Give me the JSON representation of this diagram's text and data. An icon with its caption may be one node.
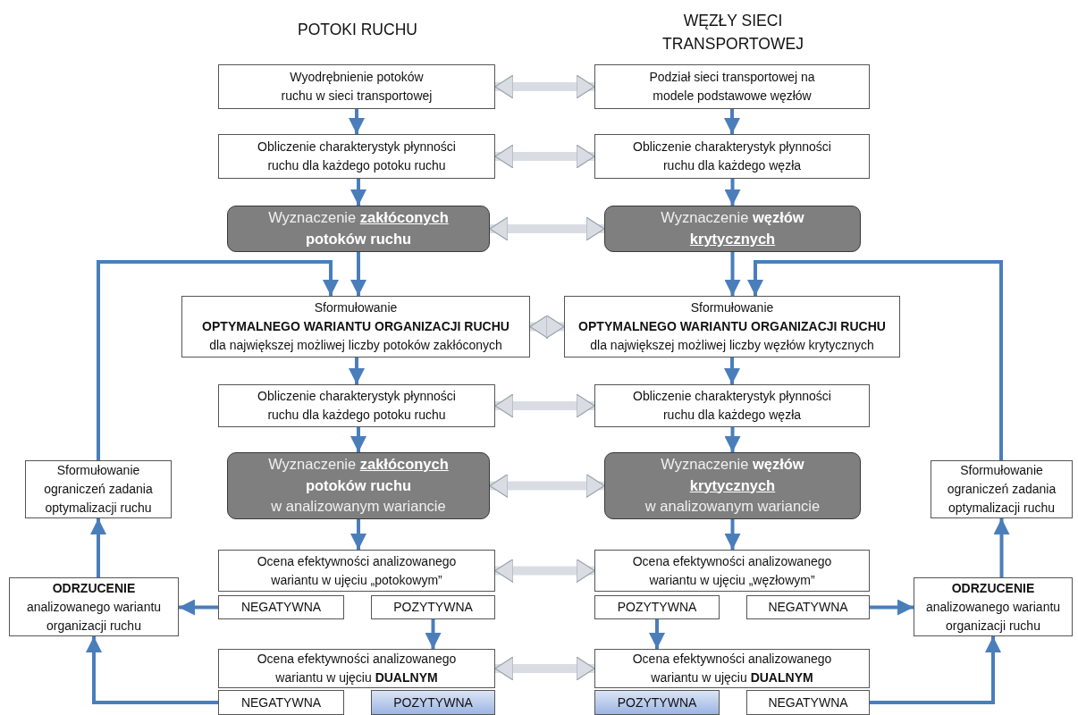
{
  "diagram": {
    "nodes": [
      {
        "text": [
          "Wyodrębnienie potoków ruchu w sieci transportowej"
        ]
      },
      {
        "text": [
          "Podział sieci transportowej na modele podstawowe węzłów"
        ]
      },
      {
        "text": [
          "Obliczenie charakterystyk płynności ruchu dla każdego potoku ruchu"
        ]
      },
      {
        "text": [
          "Obliczenie charakterystyk płynności ruchu dla każdego węzła"
        ]
      },
      {
        "text": [
          "Wyznaczenie **zakłóconych** **potoków ruchu**"
        ]
      },
      {
        "text": [
          "Wyznaczenie **węzłów** **krytycznych**"
        ]
      },
      {
        "text": [
          "Sformułowanie **OPTYMALNEGO WARIANTU ORGANIZACJI RUCHU** dla największej możliwej liczby potoków zakłóconych"
        ]
      },
      {
        "text": [
          "Sformułowanie **OPTYMALNEGO WARIANTU ORGANIZACJI RUCHU** dla największej możliwej liczby węzłów krytycznych"
        ]
      },
      {
        "text": [
          "Obliczenie charakterystyk płynności ruchu dla każdego potoku ruchu"
        ]
      },
      {
        "text": [
          "Obliczenie charakterystyk płynności ruchu dla każdego węzła"
        ]
      },
      {
        "text": [
          "Sformułowanie ograniczeń zadania optymalizacji ruchu"
        ]
      },
      {
        "text": [
          "Wyznaczenie **zakłóconych** **potoków ruchu**",
          "w analizowanym wariancie"
        ]
      },
      {
        "text": [
          "Wyznaczenie **węzłów** **krytycznych**",
          "w analizowanym wariancie"
        ]
      },
      {
        "text": [
          "Sformułowanie ograniczeń zadania optymalizacji ruchu"
        ]
      },
      {
        "text": [
          "Ocena efektywności analizowanego wariantu w ujęciu „potokowym”"
        ]
      },
      {
        "text": [
          "Ocena efektywności analizowanego wariantu w ujęciu „węzłowym”"
        ]
      },
      {
        "text": [
          "**ODRZUCENIE** analizowanego wariantu organizacji ruchu"
        ]
      },
      {
        "text": [
          "NEGATYWNA"
        ]
      },
      {
        "text": [
          "POZYTYWNA"
        ]
      },
      {
        "text": [
          "POZYTYWNA"
        ]
      },
      {
        "text": [
          "NEGATYWNA"
        ]
      },
      {
        "text": [
          "**ODRZUCENIE** analizowanego wariantu organizacji ruchu"
        ]
      },
      {
        "text": [
          "Ocena efektywności analizowanego wariantu w ujęciu **DUALNYM**"
        ]
      },
      {
        "text": [
          "Ocena efektywności analizowanego wariantu w ujęciu **DUALNYM**"
        ]
      },
      {
        "text": [
          "NEGATYWNA"
        ]
      },
      {
        "text": [
          "POZYTYWNA"
        ]
      },
      {
        "text": [
          "POZYTYWNA"
        ]
      },
      {
        "text": [
          "NEGATYWNA"
        ]
      }
    ],
    "edges": [
      {
        "from": 0,
        "to": 2,
        "arrow": "to"
      },
      {
        "from": 2,
        "to": 4,
        "arrow": "to"
      },
      {
        "from": 4,
        "to": 6,
        "arrow": "to"
      },
      {
        "from": 6,
        "to": 8,
        "arrow": "to"
      },
      {
        "from": 8,
        "to": 11,
        "arrow": "to"
      },
      {
        "from": 11,
        "to": 14,
        "arrow": "to"
      },
      {
        "from": 1,
        "to": 3,
        "arrow": "to"
      },
      {
        "from": 3,
        "to": 5,
        "arrow": "to"
      },
      {
        "from": 5,
        "to": 7,
        "arrow": "to"
      },
      {
        "from": 7,
        "to": 9,
        "arrow": "to"
      },
      {
        "from": 9,
        "to": 12,
        "arrow": "to"
      },
      {
        "from": 12,
        "to": 15,
        "arrow": "to"
      },
      {
        "from": 18,
        "to": 22,
        "arrow": "to"
      },
      {
        "from": 19,
        "to": 23,
        "arrow": "to"
      },
      {
        "from": 17,
        "to": 16,
        "arrow": "to"
      },
      {
        "from": 20,
        "to": 21,
        "arrow": "to"
      },
      {
        "from": 16,
        "to": 10,
        "arrow": "to"
      },
      {
        "from": 21,
        "to": 13,
        "arrow": "to"
      },
      {
        "from": 10,
        "to": 6,
        "arrow": "to"
      },
      {
        "from": 13,
        "to": 7,
        "arrow": "to"
      },
      {
        "from": 24,
        "to": 16,
        "arrow": "to"
      },
      {
        "from": 27,
        "to": 21,
        "arrow": "to"
      },
      {
        "from": 0,
        "to": 1,
        "arrow": "both",
        "style": "thick",
        "color": "#d9dde3"
      },
      {
        "from": 2,
        "to": 3,
        "arrow": "both",
        "style": "thick",
        "color": "#d9dde3"
      },
      {
        "from": 4,
        "to": 5,
        "arrow": "both",
        "style": "thick",
        "color": "#d9dde3"
      },
      {
        "from": 6,
        "to": 7,
        "arrow": "both",
        "style": "thick",
        "color": "#d9dde3"
      },
      {
        "from": 8,
        "to": 9,
        "arrow": "both",
        "style": "thick",
        "color": "#d9dde3"
      },
      {
        "from": 11,
        "to": 12,
        "arrow": "both",
        "style": "thick",
        "color": "#d9dde3"
      },
      {
        "from": 14,
        "to": 15,
        "arrow": "both",
        "style": "thick",
        "color": "#d9dde3"
      },
      {
        "from": 22,
        "to": 23,
        "arrow": "both",
        "style": "thick",
        "color": "#d9dde3"
      }
    ],
    "labels": [
      "POTOKI RUCHU",
      "WĘZŁY SIECI TRANSPORTOWEJ"
    ]
  }
}
